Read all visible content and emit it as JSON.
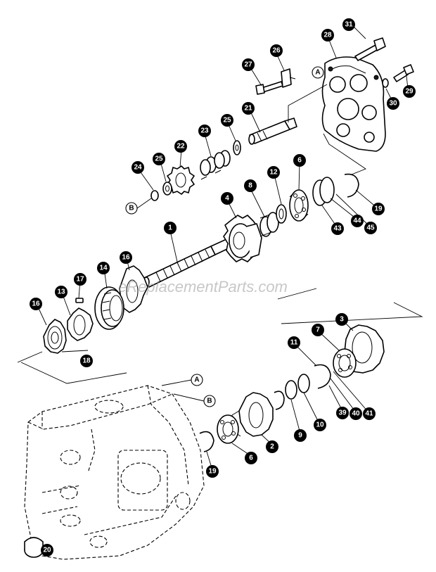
{
  "watermark": "eReplacementParts.com",
  "callouts": {
    "c31": "31",
    "c28": "28",
    "c26": "26",
    "c27": "27",
    "c29": "29",
    "c30": "30",
    "c21": "21",
    "c23": "23",
    "c25a": "25",
    "c25b": "25",
    "c22": "22",
    "c24": "24",
    "c6a": "6",
    "c12": "12",
    "c8": "8",
    "c4": "4",
    "c19a": "19",
    "c44": "44",
    "c45": "45",
    "c43": "43",
    "c1": "1",
    "c16a": "16",
    "c14": "14",
    "c17": "17",
    "c13": "13",
    "c16b": "16",
    "c18": "18",
    "c3": "3",
    "c7": "7",
    "c11": "11",
    "c39": "39",
    "c40": "40",
    "c41": "41",
    "c10": "10",
    "c9": "9",
    "c2": "2",
    "c6b": "6",
    "c19b": "19",
    "c20": "20"
  },
  "refs": {
    "A_top": "A",
    "B_top": "B",
    "A_bot": "A",
    "B_bot": "B"
  }
}
